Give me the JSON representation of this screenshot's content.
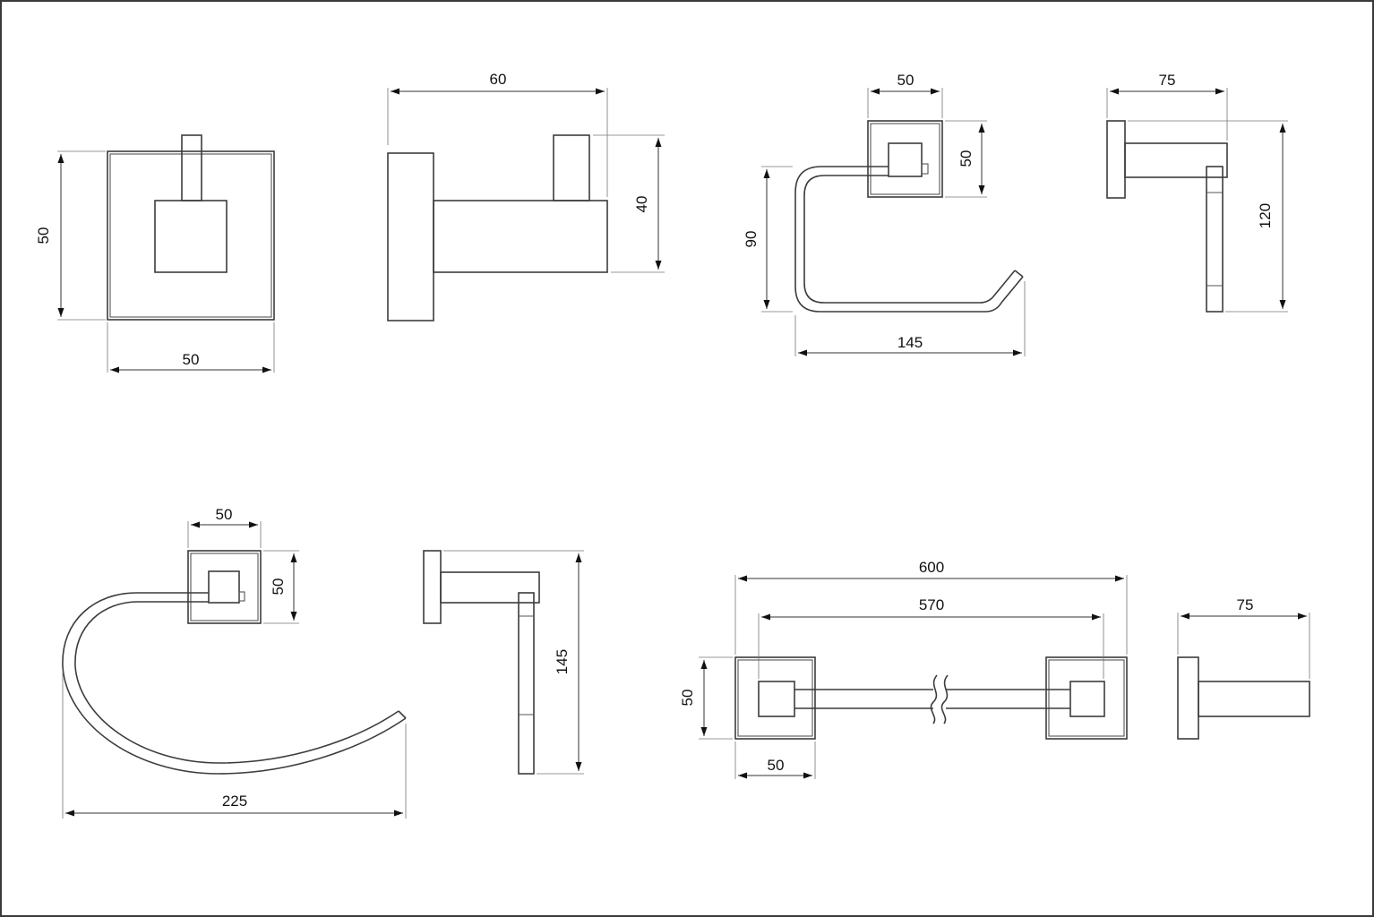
{
  "drawing": {
    "items": [
      {
        "id": "robe-hook",
        "dimensions": {
          "front_height": "50",
          "front_width": "50",
          "side_depth": "60",
          "side_height": "40"
        }
      },
      {
        "id": "toilet-roll-holder",
        "dimensions": {
          "plate_width": "50",
          "plate_height": "50",
          "drop": "90",
          "length": "145",
          "side_depth": "75",
          "side_height": "120"
        }
      },
      {
        "id": "towel-ring",
        "dimensions": {
          "plate_width": "50",
          "plate_height": "50",
          "width": "225",
          "side_height": "145"
        }
      },
      {
        "id": "towel-bar",
        "dimensions": {
          "overall_length": "600",
          "bar_length": "570",
          "plate_height": "50",
          "plate_width": "50",
          "side_depth": "75"
        }
      }
    ]
  }
}
